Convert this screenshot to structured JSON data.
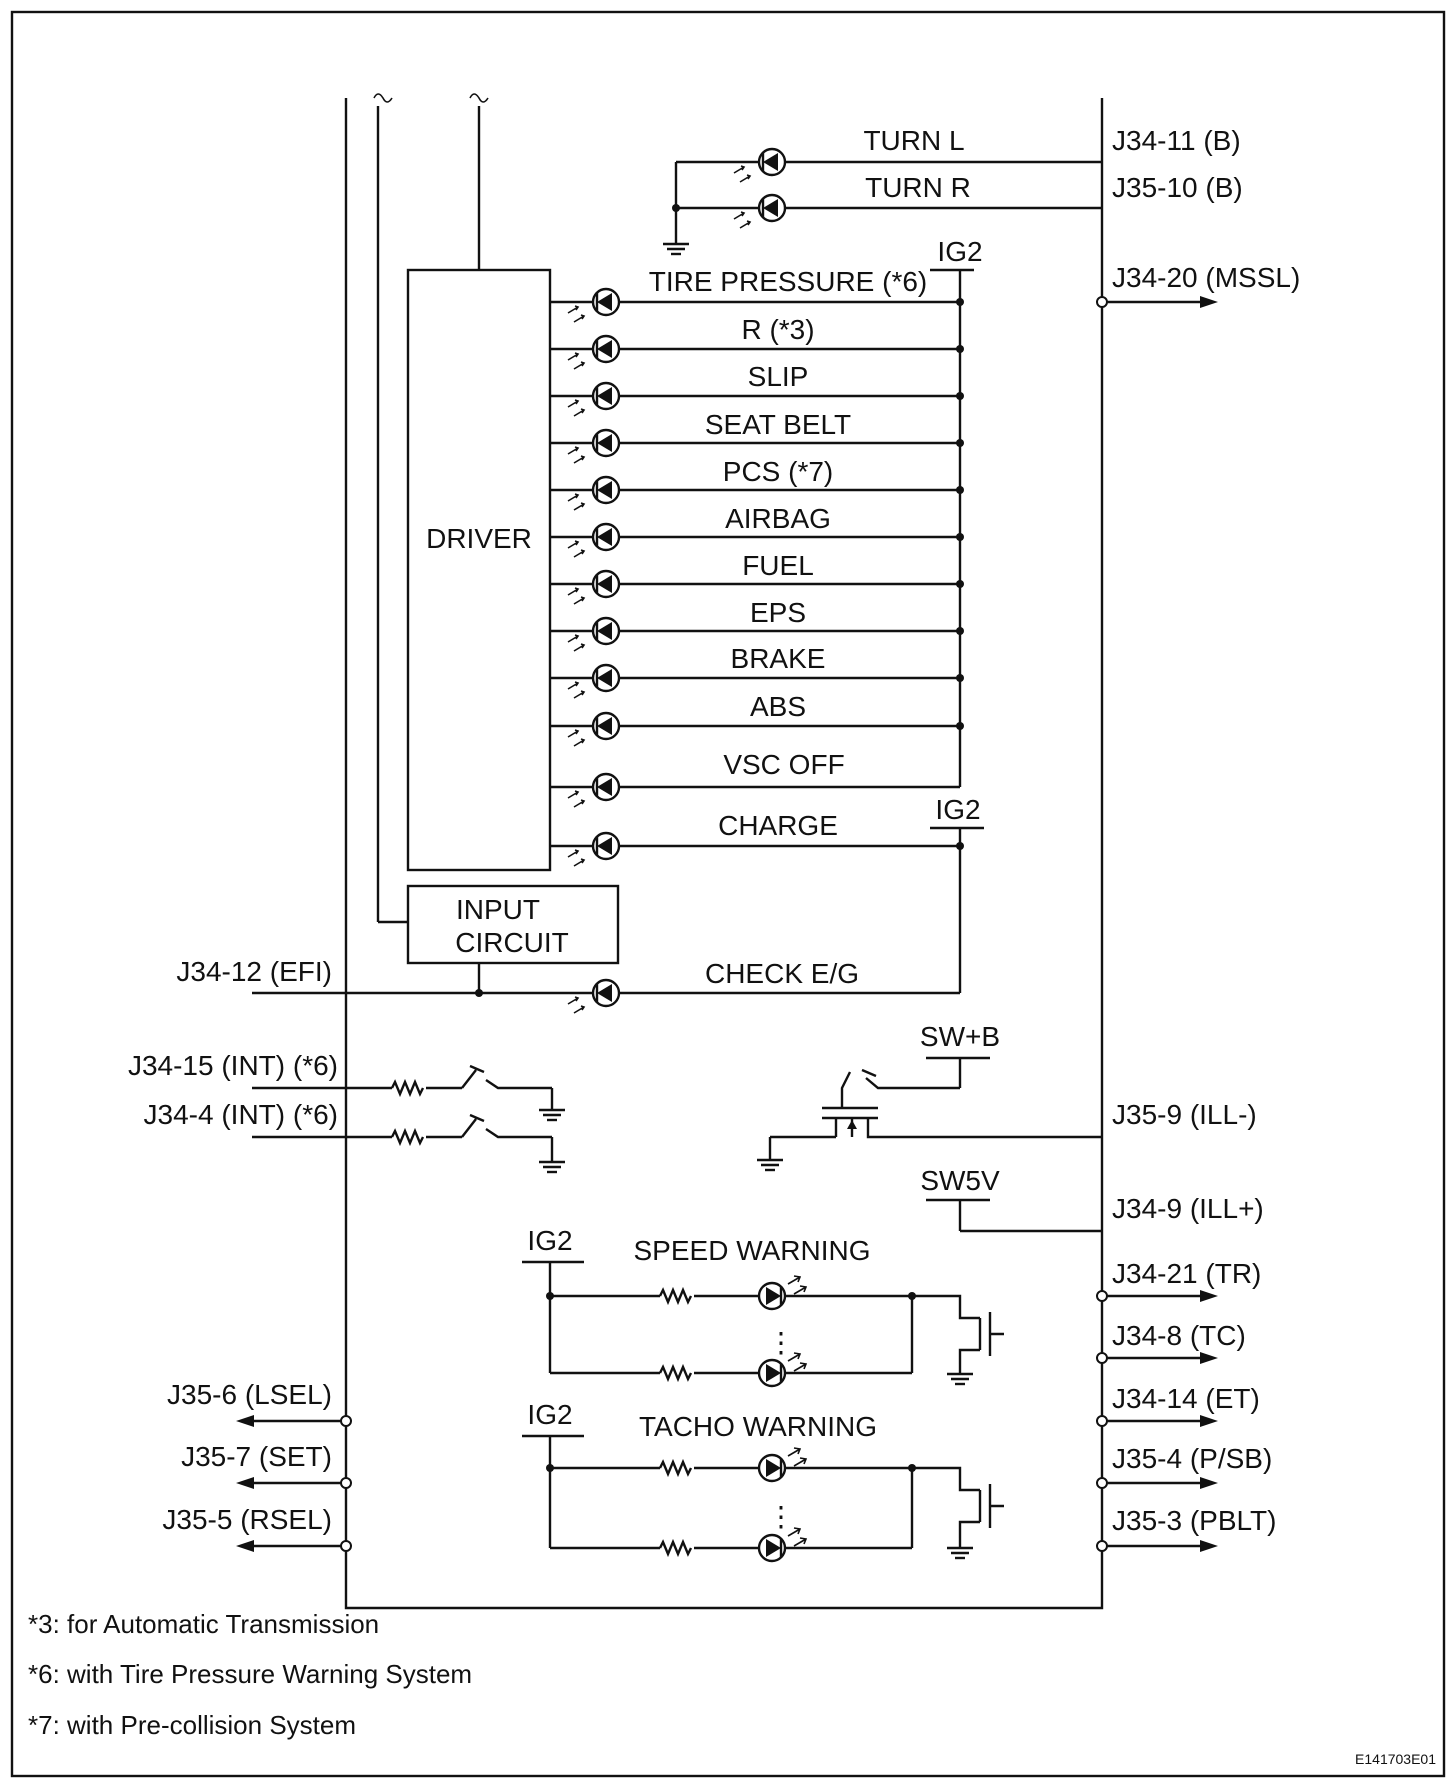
{
  "blocks": {
    "driver": "DRIVER",
    "input_l1": "INPUT",
    "input_l2": "CIRCUIT"
  },
  "supplies": {
    "ig2": "IG2",
    "swb": "SW+B",
    "sw5v": "SW5V"
  },
  "turn_lamps": [
    "TURN L",
    "TURN R"
  ],
  "warning_lamps": [
    "TIRE PRESSURE (*6)",
    "R (*3)",
    "SLIP",
    "SEAT BELT",
    "PCS (*7)",
    "AIRBAG",
    "FUEL",
    "EPS",
    "BRAKE",
    "ABS",
    "VSC OFF"
  ],
  "charge_lamp": "CHARGE",
  "check_lamp": "CHECK E/G",
  "gauge_warnings": [
    "SPEED WARNING",
    "TACHO WARNING"
  ],
  "terminals_right": [
    "J34-11 (B)",
    "J35-10 (B)",
    "J34-20 (MSSL)",
    "J35-9 (ILL-)",
    "J34-9 (ILL+)",
    "J34-21 (TR)",
    "J34-8 (TC)",
    "J34-14 (ET)",
    "J35-4 (P/SB)",
    "J35-3 (PBLT)"
  ],
  "terminals_left": [
    "J34-12 (EFI)",
    "J34-15 (INT) (*6)",
    "J34-4 (INT) (*6)",
    "J35-6 (LSEL)",
    "J35-7 (SET)",
    "J35-5 (RSEL)"
  ],
  "notes": [
    "*3: for Automatic Transmission",
    "*6: with Tire Pressure Warning System",
    "*7: with Pre-collision System"
  ],
  "figure_code": "E141703E01"
}
